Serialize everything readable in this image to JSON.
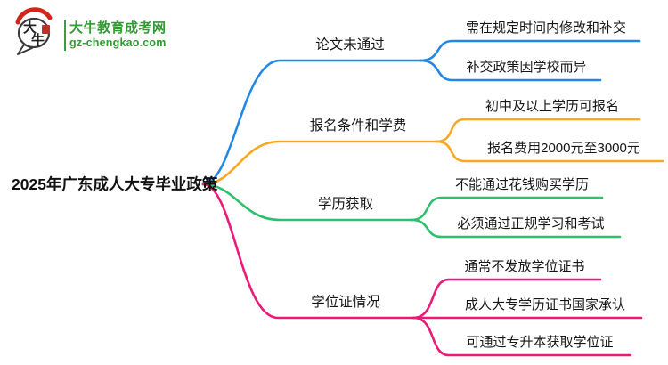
{
  "meta": {
    "background": "#ffffff",
    "text_color": "#1a1a1a"
  },
  "logo": {
    "icon_chars": [
      "大",
      "牛"
    ],
    "site_name": "大牛教育成考网",
    "site_url": "gz-chengkao.com",
    "brand_color": "#339933",
    "arc_color": "#d3261b",
    "seal_color": "#c03028"
  },
  "root": {
    "label": "2025年广东成人大专毕业政策"
  },
  "branches": [
    {
      "label": "论文未通过",
      "color": "#2288e8",
      "children": [
        "需在规定时间内修改和补交",
        "补交政策因学校而异"
      ]
    },
    {
      "label": "报名条件和学费",
      "color": "#f7a924",
      "children": [
        "初中及以上学历可报名",
        "报名费用2000元至3000元"
      ]
    },
    {
      "label": "学历获取",
      "color": "#2ec06e",
      "children": [
        "不能通过花钱购买学历",
        "必须通过正规学习和考试"
      ]
    },
    {
      "label": "学位证情况",
      "color": "#ec1977",
      "children": [
        "通常不发放学位证书",
        "成人大专学历证书国家承认",
        "可通过专升本获取学位证"
      ]
    }
  ]
}
